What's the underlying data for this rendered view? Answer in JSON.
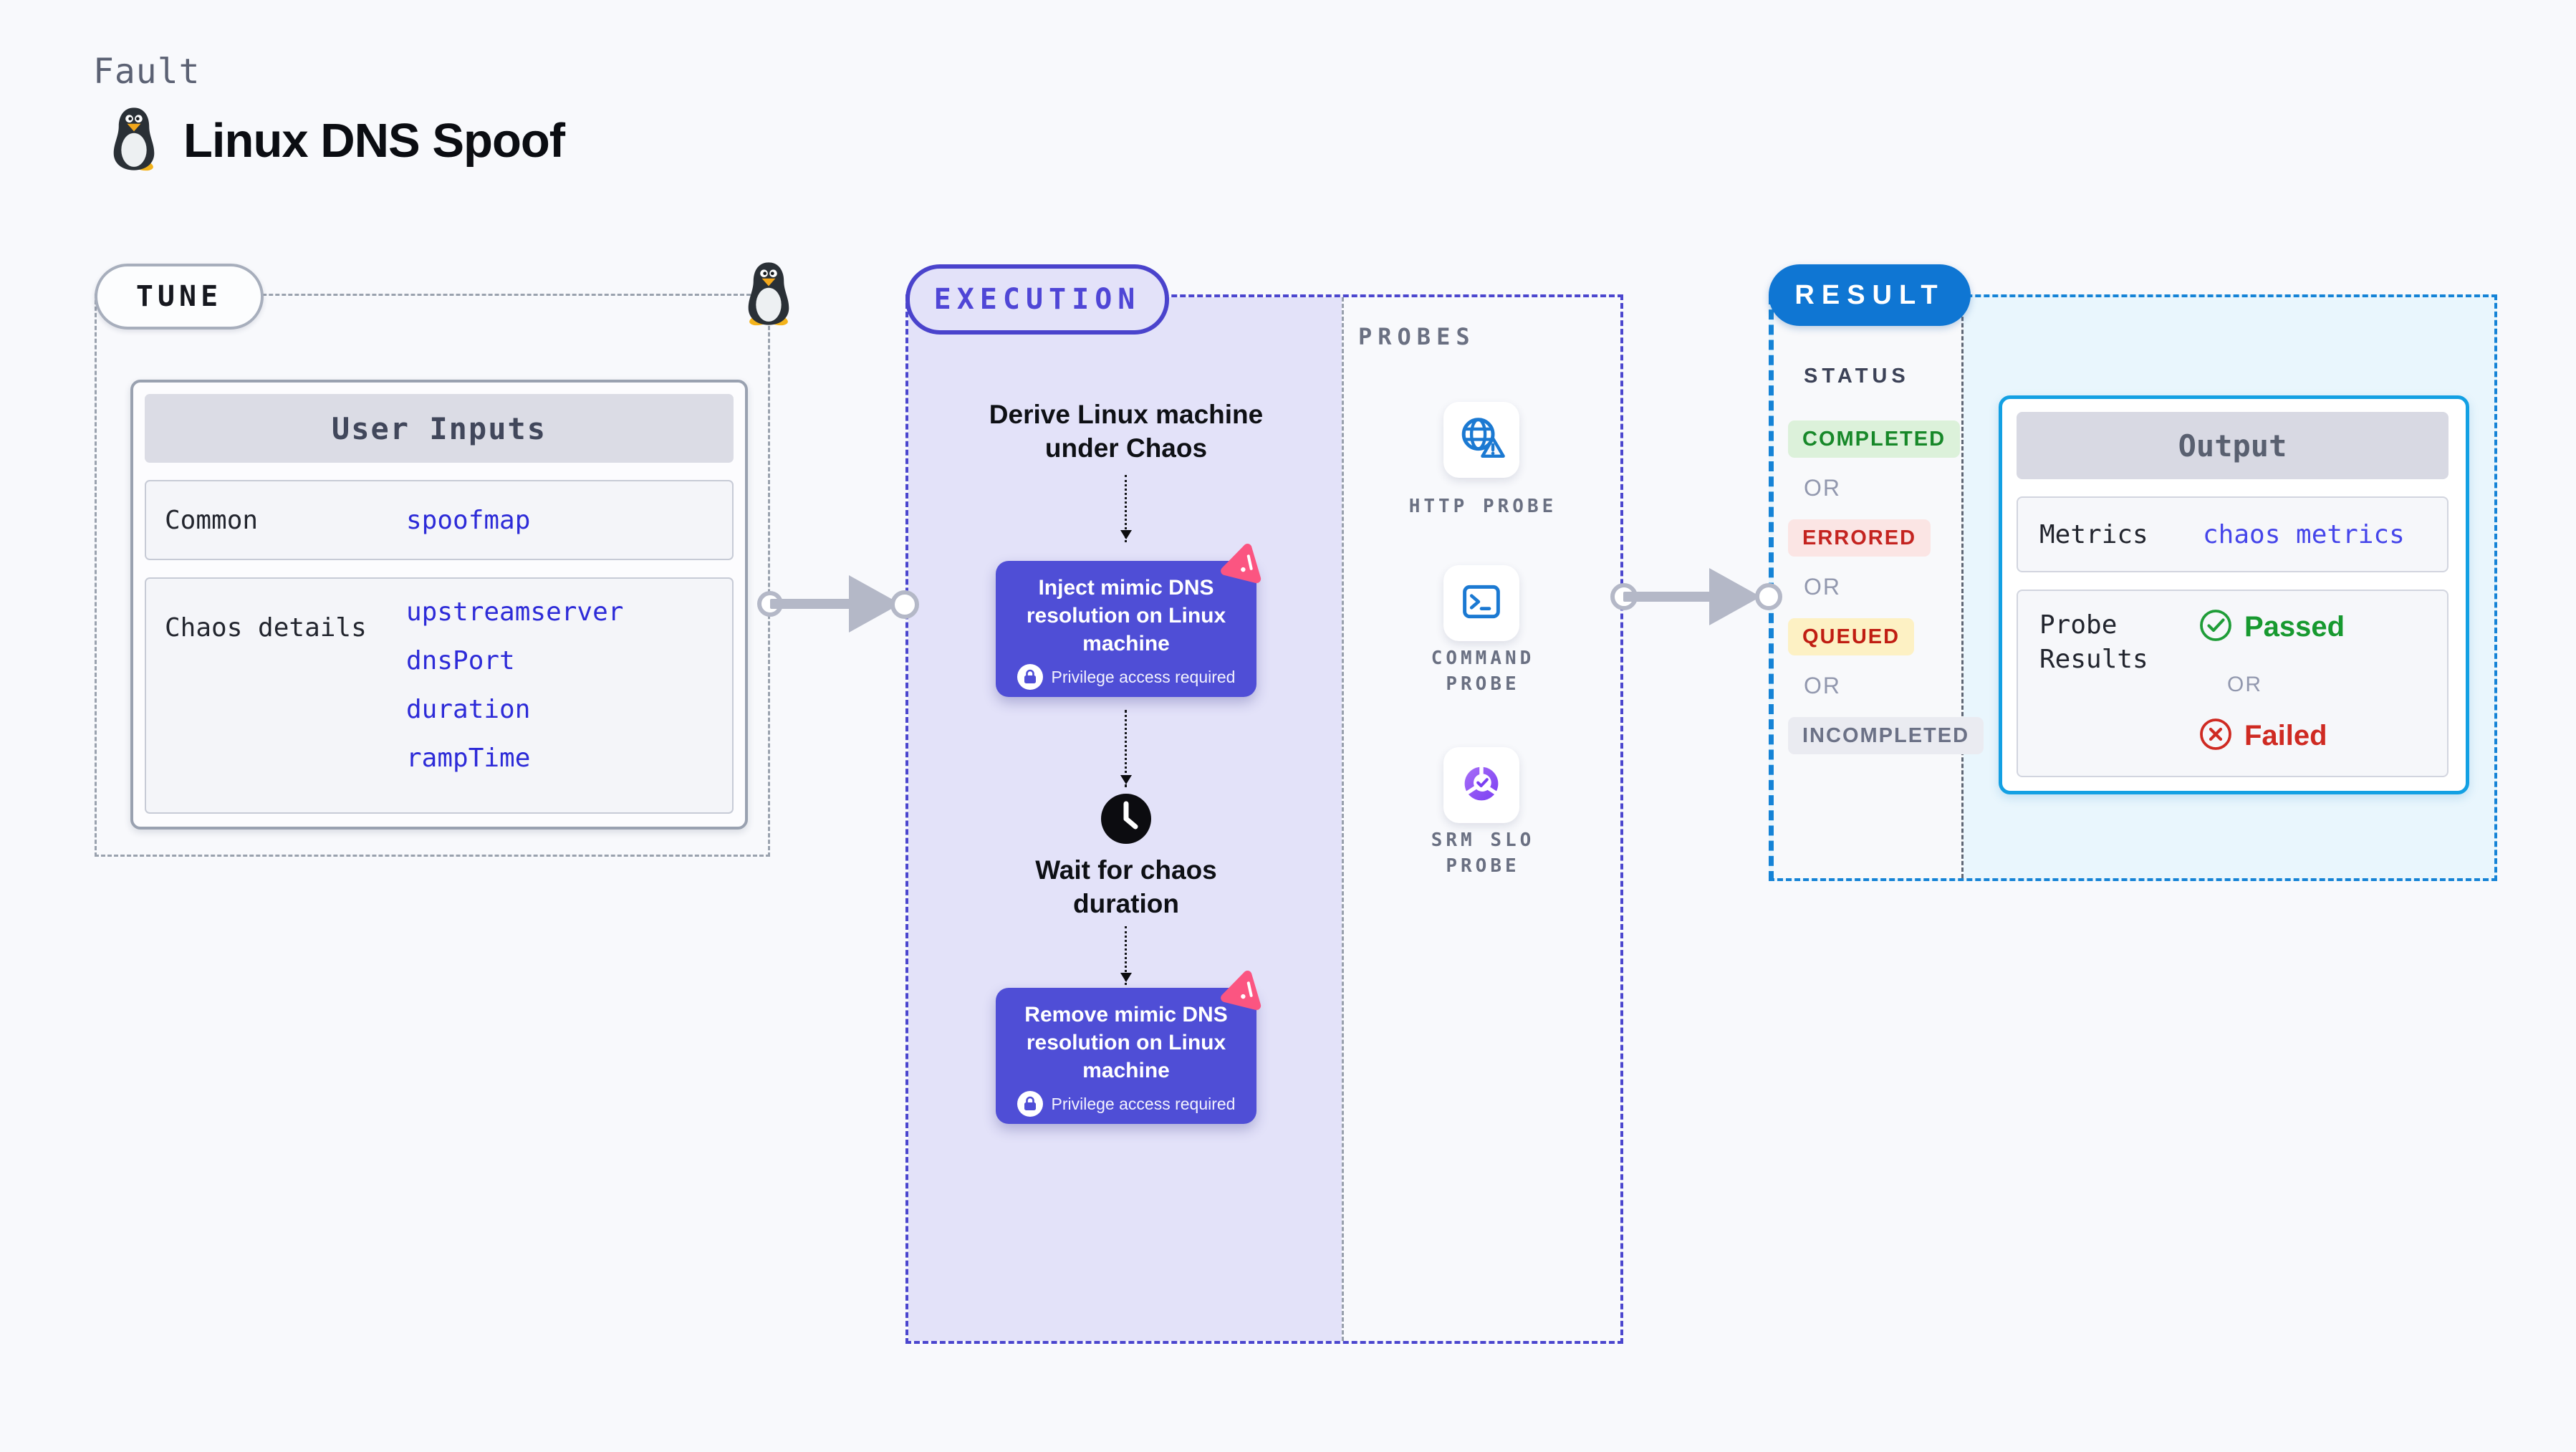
{
  "page": {
    "kicker": "Fault",
    "title": "Linux DNS Spoof"
  },
  "colors": {
    "background": "#f8f9fc",
    "indigo_accent": "#4f4ed6",
    "lavender_fill": "#e3e2f9",
    "result_blue": "#0f76d3",
    "output_border_cyan": "#13a0e3",
    "link_blue_mono": "#2d2bd8",
    "chaos_pink": "#fb5581",
    "passed_green": "#17992f",
    "failed_red": "#cf2a22",
    "completed_bg": "#dcf1da",
    "completed_fg": "#178829",
    "errored_bg": "#fbe5e4",
    "errored_fg": "#c42420",
    "queued_bg": "#fdf1c4",
    "queued_fg": "#c01d12",
    "incompleted_bg": "#eaebf1",
    "incompleted_fg": "#6b7186"
  },
  "tune": {
    "badge": "TUNE",
    "table": {
      "header": "User Inputs",
      "rows": [
        {
          "label": "Common",
          "values": [
            "spoofmap"
          ]
        },
        {
          "label": "Chaos details",
          "values": [
            "upstreamserver",
            "dnsPort",
            "duration",
            "rampTime"
          ]
        }
      ]
    }
  },
  "execution": {
    "badge": "EXECUTION",
    "derive": "Derive Linux machine under Chaos",
    "inject_title": "Inject mimic DNS resolution on Linux machine",
    "privilege_note": "Privilege access required",
    "wait": "Wait for chaos duration",
    "remove_title": "Remove mimic DNS resolution on Linux machine"
  },
  "probes": {
    "label": "PROBES",
    "items": [
      {
        "label": "HTTP PROBE",
        "icon": "globe-alert-icon"
      },
      {
        "label": "COMMAND PROBE",
        "icon": "terminal-icon"
      },
      {
        "label": "SRM SLO PROBE",
        "icon": "slo-donut-check-icon"
      }
    ]
  },
  "result": {
    "badge": "RESULT",
    "status": {
      "label": "STATUS",
      "or": "OR",
      "badges": [
        {
          "label": "COMPLETED"
        },
        {
          "label": "ERRORED"
        },
        {
          "label": "QUEUED"
        },
        {
          "label": "INCOMPLETED"
        }
      ]
    },
    "output": {
      "header": "Output",
      "metrics_label": "Metrics",
      "metrics_value": "chaos metrics",
      "probe_results_label": "Probe Results",
      "passed": "Passed",
      "or": "OR",
      "failed": "Failed"
    }
  }
}
